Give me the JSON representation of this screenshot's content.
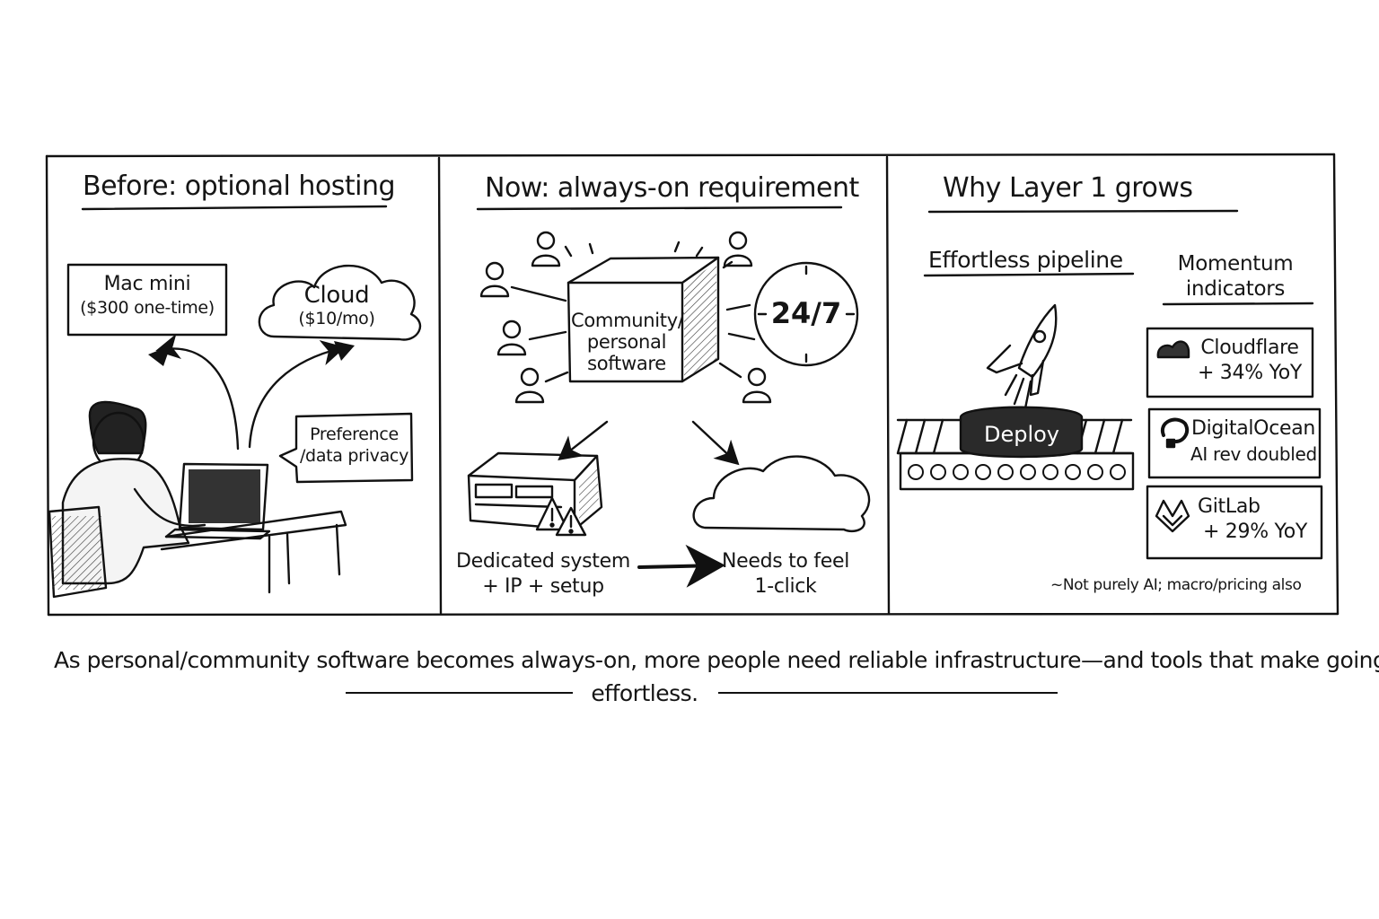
{
  "panels": {
    "before": {
      "title": "Before: optional hosting",
      "mac_line1": "Mac mini",
      "mac_line2": "($300 one-time)",
      "cloud_line1": "Cloud",
      "cloud_line2": "($10/mo)",
      "pref_line1": "Preference",
      "pref_line2": "/data privacy"
    },
    "now": {
      "title": "Now: always-on requirement",
      "box_line1": "Community/",
      "box_line2": "personal",
      "box_line3": "software",
      "clock": "24/7",
      "dedicated_line1": "Dedicated system",
      "dedicated_line2": "+ IP + setup",
      "needs_line1": "Needs to feel",
      "needs_line2": "1-click"
    },
    "why": {
      "title": "Why Layer 1 grows",
      "pipeline": "Effortless pipeline",
      "momentum_line1": "Momentum",
      "momentum_line2": "indicators",
      "deploy": "Deploy",
      "indicators": [
        {
          "name": "Cloudflare",
          "stat": "+ 34% YoY",
          "icon": "cloudflare-icon"
        },
        {
          "name": "DigitalOcean",
          "stat": "AI rev doubled",
          "icon": "digitalocean-icon"
        },
        {
          "name": "GitLab",
          "stat": "+ 29% YoY",
          "icon": "gitlab-icon"
        }
      ],
      "note": "~Not purely AI; macro/pricing also"
    }
  },
  "caption": {
    "line1": "As personal/community software becomes always-on, more people need reliable infrastructure—and tools that make going live",
    "line2": "effortless."
  }
}
